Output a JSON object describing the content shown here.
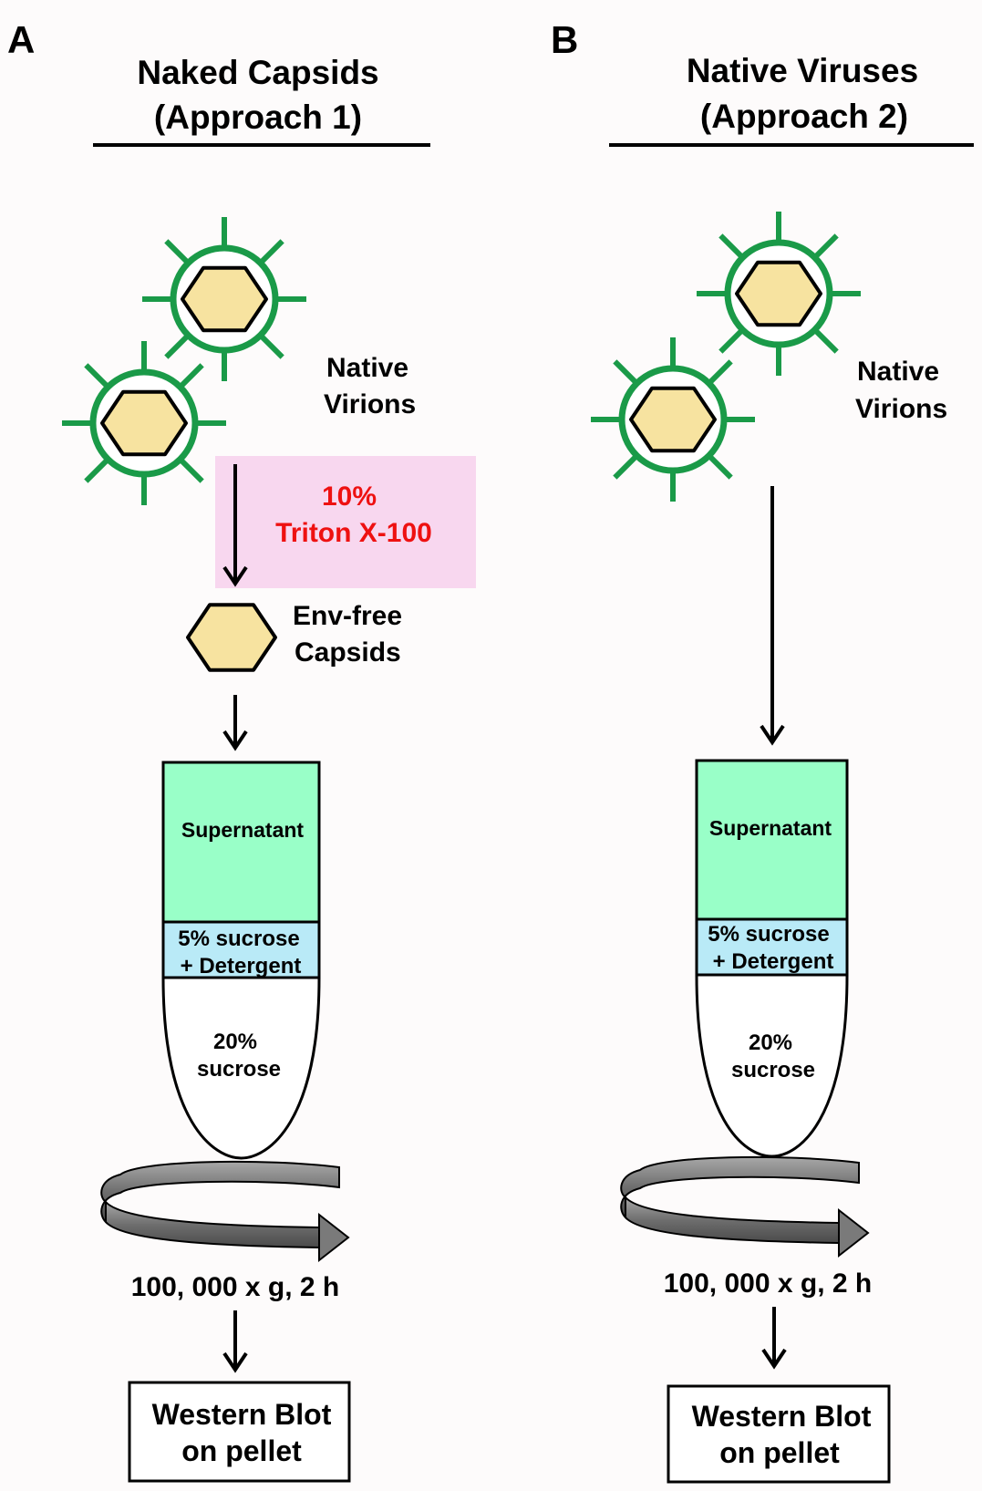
{
  "colors": {
    "background": "#fdfbfb",
    "envelope": "#1a9a48",
    "capsid_fill": "#f7e3a0",
    "detergent_box": "#f8d7ef",
    "detergent_text": "#ee1111",
    "supernatant": "#99ffc8",
    "sucrose_layer": "#b9eaf7",
    "arrow_gray": "#7a7a7a"
  },
  "icons": [
    "envelope-spike-icon",
    "hexagonal-capsid-icon",
    "rotation-arrow-icon",
    "down-arrow-icon"
  ],
  "panels": [
    {
      "letter": "A",
      "title_line1": "Naked Capsids",
      "title_line2": "(Approach 1)",
      "virion_label_line1": "Native",
      "virion_label_line2": "Virions",
      "treatment_line1": "10%",
      "treatment_line2": "Triton X-100",
      "capsid_label_line1": "Env-free",
      "capsid_label_line2": "Capsids",
      "tube": {
        "top": "Supernatant",
        "middle_line1": "5% sucrose",
        "middle_line2": "+ Detergent",
        "bottom_line1": "20%",
        "bottom_line2": "sucrose"
      },
      "spin": "100, 000 x g, 2 h",
      "result_line1": "Western Blot",
      "result_line2": "on pellet"
    },
    {
      "letter": "B",
      "title_line1": "Native Viruses",
      "title_line2": "(Approach 2)",
      "virion_label_line1": "Native",
      "virion_label_line2": "Virions",
      "tube": {
        "top": "Supernatant",
        "middle_line1": "5% sucrose",
        "middle_line2": "+ Detergent",
        "bottom_line1": "20%",
        "bottom_line2": "sucrose"
      },
      "spin": "100, 000 x g, 2 h",
      "result_line1": "Western Blot",
      "result_line2": "on pellet"
    }
  ]
}
